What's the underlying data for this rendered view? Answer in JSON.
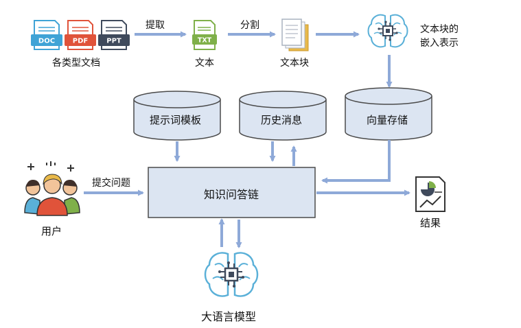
{
  "documents": {
    "icons": [
      "DOC",
      "PDF",
      "PPT"
    ],
    "label": "各类型文档"
  },
  "extract": {
    "arrow_label": "提取"
  },
  "text": {
    "icon": "TXT",
    "label": "文本"
  },
  "split": {
    "arrow_label": "分割"
  },
  "text_chunks": {
    "label": "文本块"
  },
  "embedding": {
    "label_line1": "文本块的",
    "label_line2": "嵌入表示"
  },
  "stores": {
    "prompt_templates": "提示词模板",
    "history": "历史消息",
    "vector_store": "向量存储"
  },
  "user": {
    "label": "用户",
    "submit_label": "提交问题"
  },
  "chain": {
    "label": "知识问答链"
  },
  "result": {
    "label": "结果"
  },
  "llm": {
    "label": "大语言模型"
  },
  "colors": {
    "arrow": "#8ea9d8",
    "box_fill": "#dce5f2",
    "box_stroke": "#4a4a4a",
    "doc_blue": "#3fa3d6",
    "pdf_red": "#e0533a",
    "ppt_dark": "#3f4a5c",
    "txt_green": "#7fb049",
    "brain": "#5ab0d8"
  }
}
